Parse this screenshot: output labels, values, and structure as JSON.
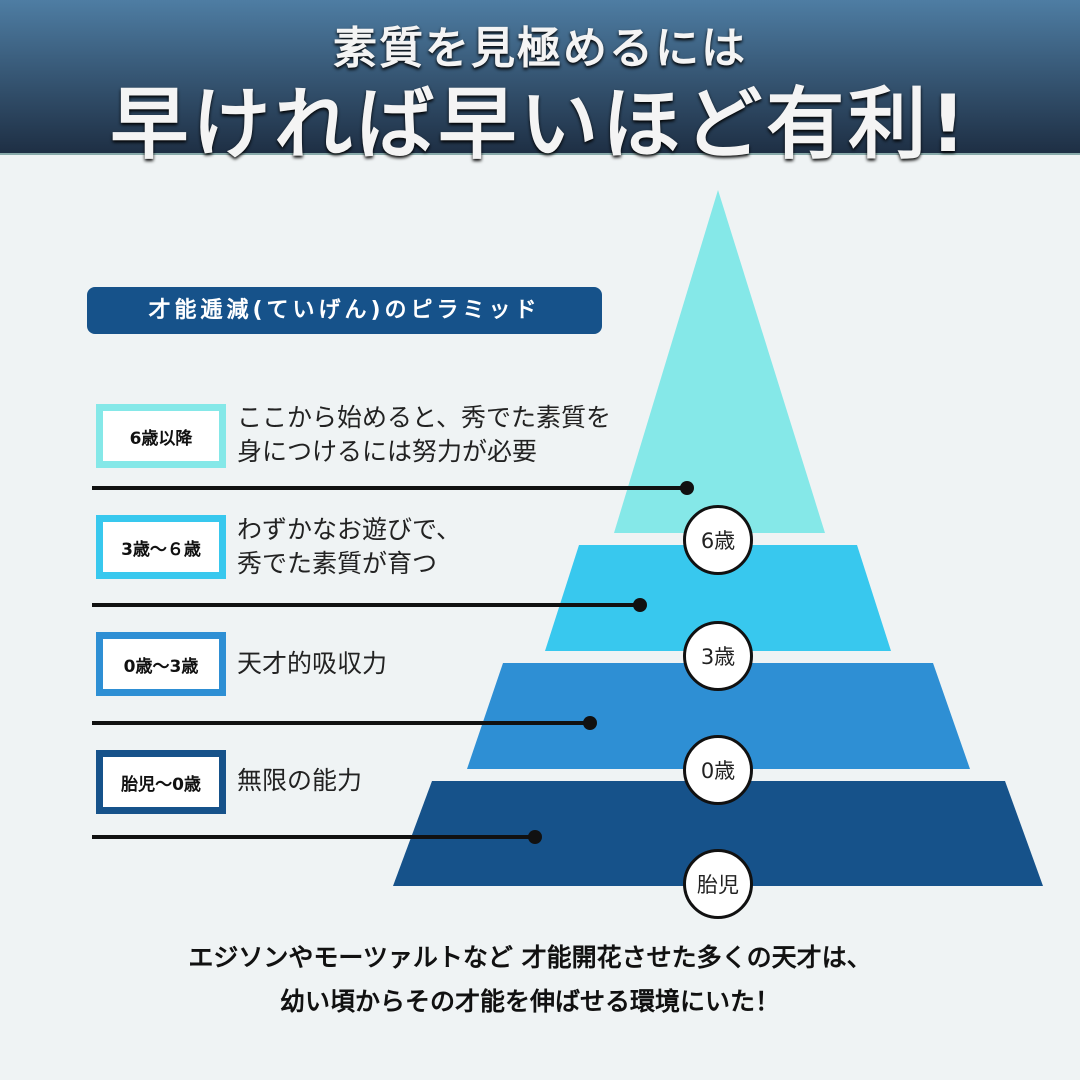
{
  "header": {
    "line1": "素質を見極めるには",
    "line2": "早ければ早いほど有利!"
  },
  "title": "才能逓減(ていげん)のピラミッド",
  "tiers": [
    {
      "tag": "6歳以降",
      "desc1": "ここから始めると、秀でた素質を",
      "desc2": "身につけるには努力が必要",
      "age": "6歳",
      "color": "#85e8e8"
    },
    {
      "tag": "3歳〜６歳",
      "desc1": "わずかなお遊びで、",
      "desc2": "秀でた素質が育つ",
      "age": "3歳",
      "color": "#38c8ee"
    },
    {
      "tag": "0歳〜3歳",
      "desc1": "天才的吸収力",
      "age": "0歳",
      "color": "#2e8fd4"
    },
    {
      "tag": "胎児〜0歳",
      "desc1": "無限の能力",
      "age": "胎児",
      "color": "#16528a"
    }
  ],
  "footer": {
    "line1": "エジソンやモーツァルトなど 才能開花させた多くの天才は、",
    "line2": "幼い頃からその才能を伸ばせる環境にいた！"
  }
}
